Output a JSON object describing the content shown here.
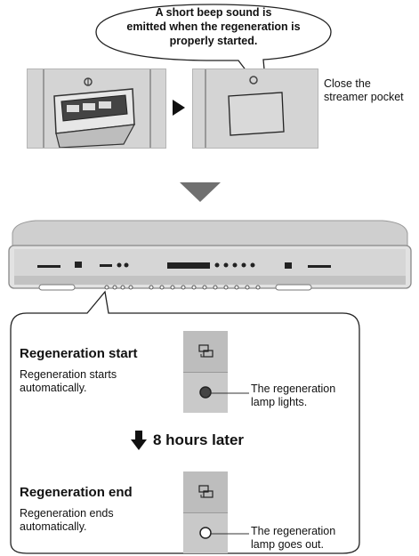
{
  "callout": {
    "line1": "A short beep sound is",
    "line2": "emitted when the regeneration is",
    "line3": "properly started."
  },
  "step_caption": {
    "line1": "Close the",
    "line2": "streamer pocket"
  },
  "later_label": "8 hours later",
  "start": {
    "title": "Regeneration start",
    "desc_line1": "Regeneration starts",
    "desc_line2": "automatically.",
    "lamp_line1": "The regeneration",
    "lamp_line2": "lamp lights."
  },
  "end": {
    "title": "Regeneration end",
    "desc_line1": "Regeneration ends",
    "desc_line2": "automatically.",
    "lamp_line1": "The regeneration",
    "lamp_line2": "lamp goes out."
  },
  "colors": {
    "panel": "#d4d4d4",
    "lamp_on": "#444444",
    "lamp_off": "#ffffff",
    "arrow": "#707070"
  }
}
